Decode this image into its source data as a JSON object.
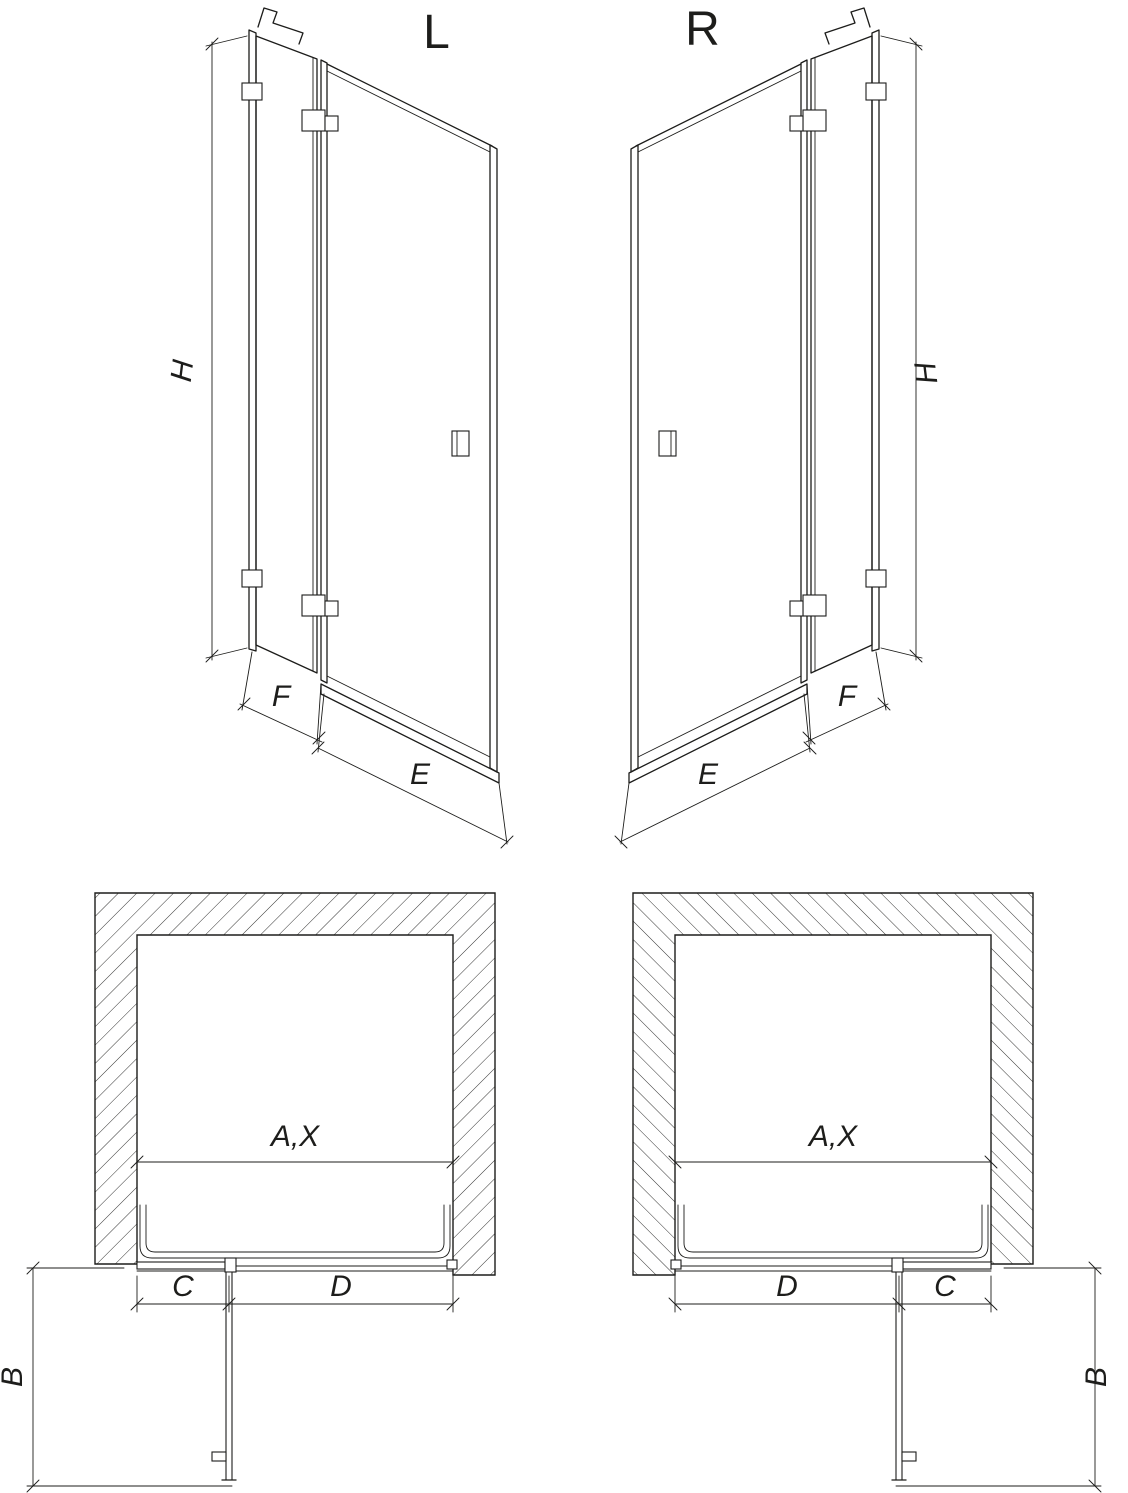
{
  "page": {
    "background": "#ffffff",
    "line_color": "#1d1d1b",
    "description_hint": "shower door technical dimension drawing, left and right hinged variants"
  },
  "variants": {
    "left": "L",
    "right": "R"
  },
  "dimensions": {
    "height": "H",
    "fixed_panel_width": "F",
    "door_width": "E",
    "opening_width": "A,X",
    "fixed_segment": "C",
    "door_segment": "D",
    "door_projection": "B"
  }
}
